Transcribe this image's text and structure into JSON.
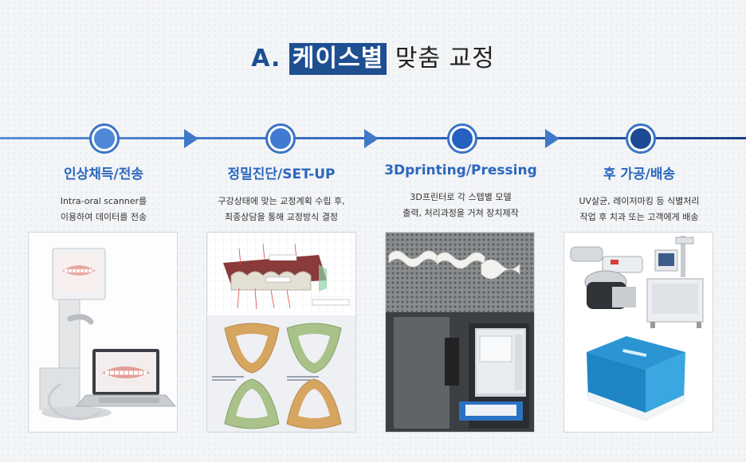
{
  "title": {
    "prefix": "A.",
    "highlight": "케이스별",
    "rest": "맞춤 교정"
  },
  "colors": {
    "accent": "#1d4f91",
    "step_title": "#2b67bd",
    "line": "#3a73c4"
  },
  "steps": [
    {
      "title": "인상채득/전송",
      "desc": "Intra-oral scanner를\n이용하여 데이터를 전송",
      "image": "intraoral-scanner-photo"
    },
    {
      "title": "정밀진단/SET-UP",
      "desc": "구강상태에 맞는 교정계획 수립 후,\n최종상담을 통해 교정방식 결정",
      "image": "digital-setup-photo"
    },
    {
      "title": "3Dprinting/Pressing",
      "desc": "3D프린터로 각 스텝별 모델\n출력, 처리과정을 거쳐 장치제작",
      "image": "3d-printer-photo"
    },
    {
      "title": "후 가공/배송",
      "desc": "UV살균, 레이저마킹 등 식별처리\n작업 후 치과 또는 고객에게 배송",
      "image": "packaging-photo"
    }
  ]
}
